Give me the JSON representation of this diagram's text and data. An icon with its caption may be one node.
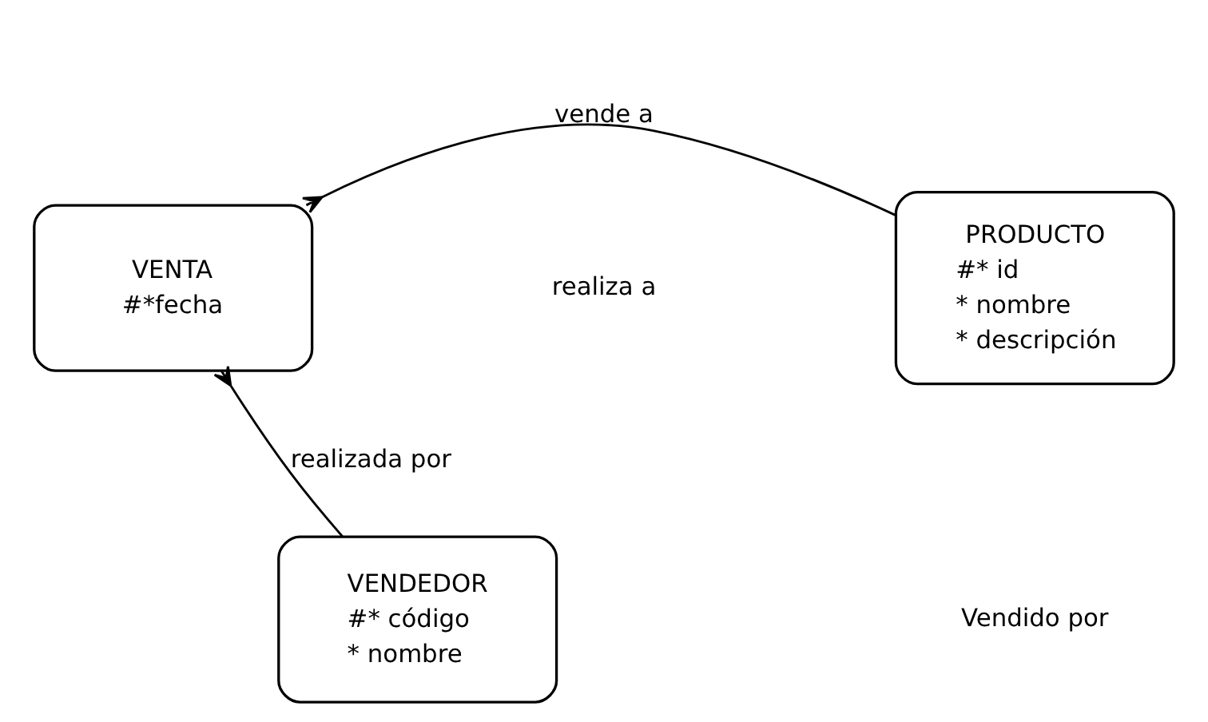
{
  "diagram": {
    "nodes": [
      {
        "text": [
          "VENTA",
          "#*fecha"
        ]
      },
      {
        "text": [
          "PRODUCTO",
          "#* id",
          "* nombre",
          "* descripción"
        ]
      },
      {
        "text": [
          "VENDEDOR",
          "#* código",
          "* nombre"
        ]
      }
    ],
    "edges": [
      {
        "from": 0,
        "to": 1,
        "arrow": "other",
        "label": "vende a"
      },
      {
        "from": 0,
        "to": 2,
        "arrow": "other",
        "label": "realizada por"
      }
    ],
    "labels": [
      "Vendido por",
      "realiza a"
    ]
  }
}
